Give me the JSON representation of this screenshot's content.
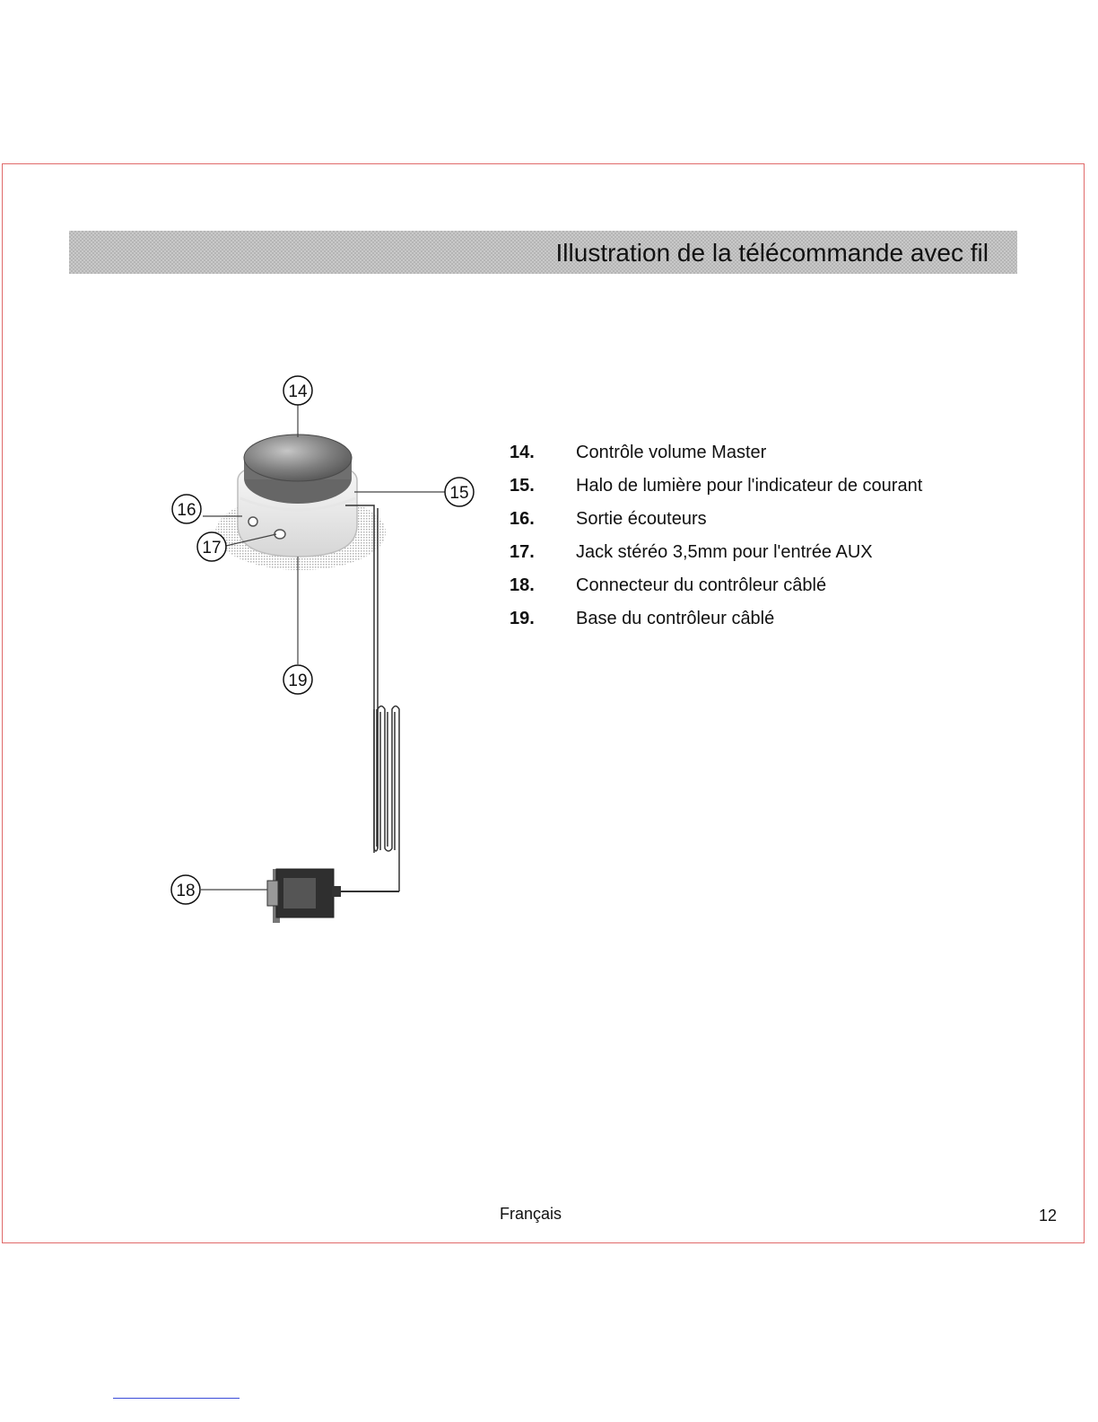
{
  "header": {
    "title": "Illustration de la télécommande avec fil"
  },
  "figure": {
    "callouts": [
      "14",
      "15",
      "16",
      "17",
      "18",
      "19"
    ]
  },
  "legend": [
    {
      "num": "14.",
      "text": "Contrôle volume Master"
    },
    {
      "num": "15.",
      "text": "Halo de lumière pour l'indicateur de courant"
    },
    {
      "num": "16.",
      "text": "Sortie écouteurs"
    },
    {
      "num": "17.",
      "text": "Jack stéréo 3,5mm pour l'entrée AUX"
    },
    {
      "num": "18.",
      "text": "Connecteur du contrôleur câblé"
    },
    {
      "num": "19.",
      "text": "Base du contrôleur câblé"
    }
  ],
  "footer": {
    "language": "Français",
    "page_number": "12"
  },
  "colors": {
    "frame_border": "#e06a6a",
    "title_bar": "#c9c9c9",
    "link_line": "#3a4bd8"
  }
}
